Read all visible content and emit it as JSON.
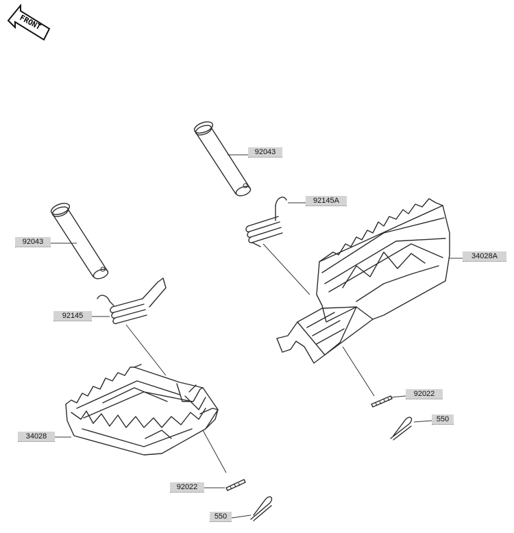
{
  "orientation": {
    "label": "FRONT"
  },
  "callouts": [
    {
      "id": "92043-right",
      "text": "92043"
    },
    {
      "id": "92145A",
      "text": "92145A"
    },
    {
      "id": "34028A",
      "text": "34028A"
    },
    {
      "id": "92043-left",
      "text": "92043"
    },
    {
      "id": "92145",
      "text": "92145"
    },
    {
      "id": "92022-right",
      "text": "92022"
    },
    {
      "id": "550-right",
      "text": "550"
    },
    {
      "id": "34028",
      "text": "34028"
    },
    {
      "id": "92022-left",
      "text": "92022"
    },
    {
      "id": "550-left",
      "text": "550"
    }
  ],
  "colors": {
    "label_bg": "#d4d4d4",
    "line": "#2a2a2a"
  }
}
